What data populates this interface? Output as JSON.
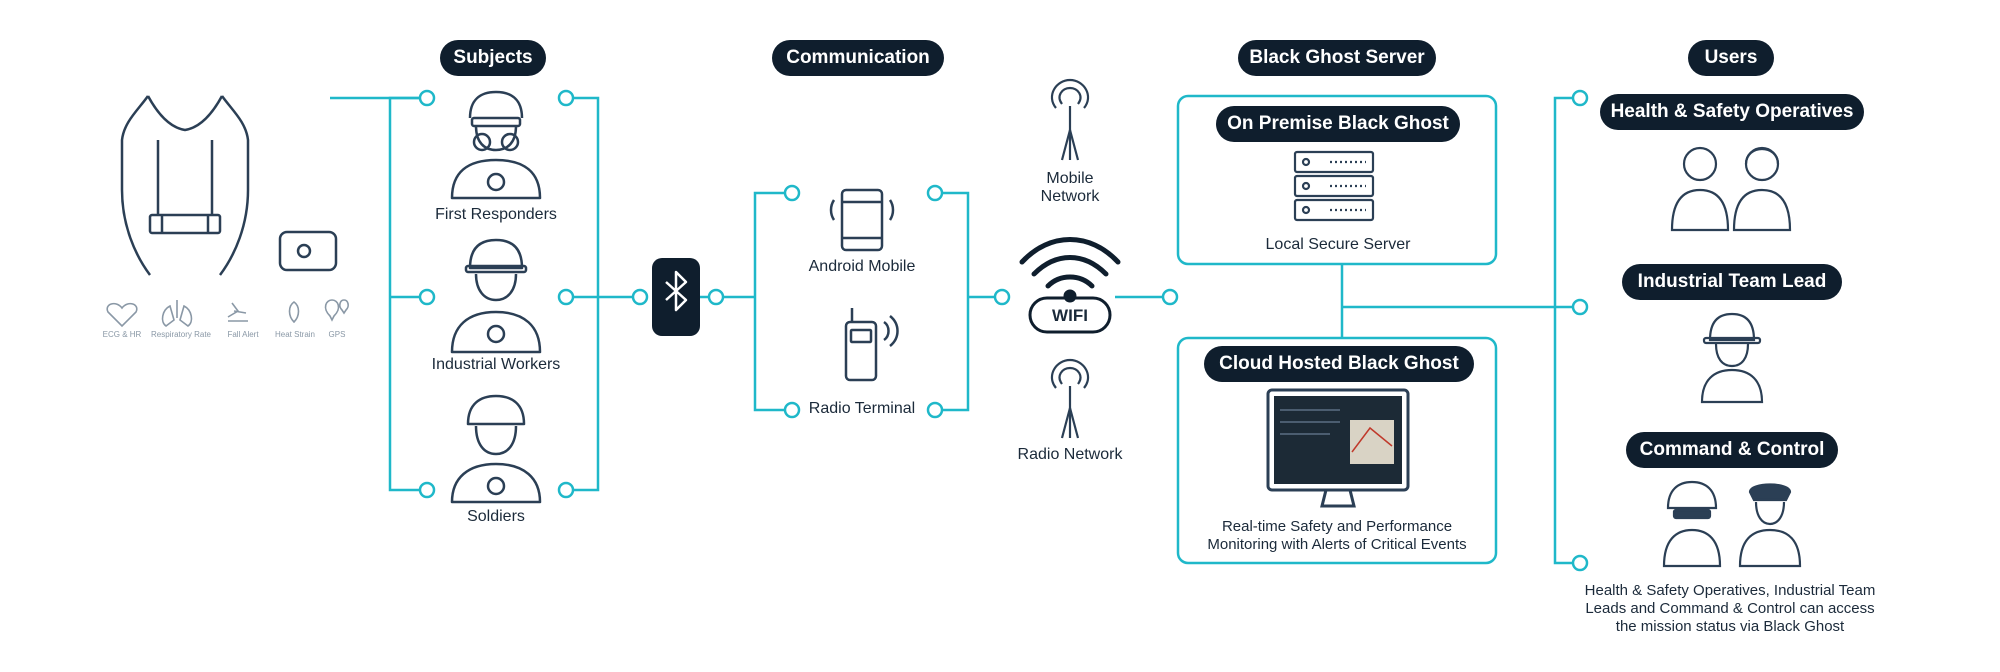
{
  "colors": {
    "accent": "#1fb8c9",
    "dark": "#0f1e2d",
    "icon": "#2b3f55"
  },
  "headers": {
    "subjects": "Subjects",
    "communication": "Communication",
    "server": "Black Ghost Server",
    "users": "Users"
  },
  "vest": {
    "metrics": [
      "ECG & HR",
      "Respiratory Rate",
      "Fall Alert",
      "Heat Strain",
      "GPS"
    ]
  },
  "subjects": [
    "First Responders",
    "Industrial Workers",
    "Soldiers"
  ],
  "communication": {
    "bluetooth_icon": "bluetooth-icon",
    "devices": [
      "Android Mobile",
      "Radio Terminal"
    ]
  },
  "networks": {
    "mobile": [
      "Mobile",
      "Network"
    ],
    "wifi": "WIFI",
    "radio": "Radio Network"
  },
  "server": {
    "on_premise": {
      "title": "On Premise Black Ghost",
      "caption": "Local Secure Server"
    },
    "cloud": {
      "title": "Cloud Hosted Black Ghost",
      "caption": [
        "Real-time Safety and Performance",
        "Monitoring with Alerts of Critical Events"
      ]
    }
  },
  "users": {
    "groups": [
      "Health & Safety Operatives",
      "Industrial Team Lead",
      "Command & Control"
    ],
    "note": [
      "Health & Safety Operatives, Industrial Team",
      "Leads and Command & Control can access",
      "the mission status via Black Ghost"
    ]
  }
}
